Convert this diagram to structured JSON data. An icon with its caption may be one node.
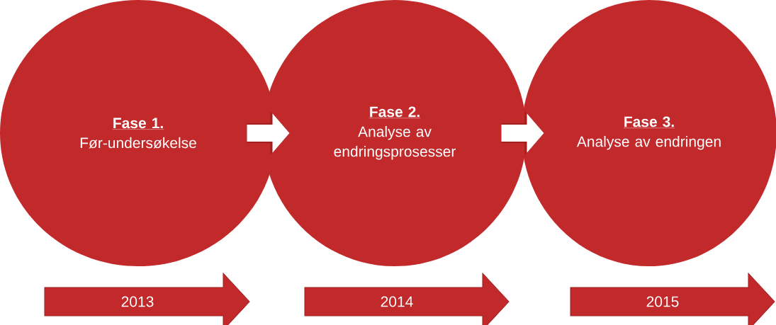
{
  "diagram": {
    "nodes": [
      {
        "text": [
          "Fase 1.",
          "Før-undersøkelse"
        ]
      },
      {
        "text": [
          "Fase 2.",
          "Analyse av endringsprosesser"
        ]
      },
      {
        "text": [
          "Fase 3.",
          "Analyse av endringen"
        ]
      },
      {
        "text": [
          "2013"
        ]
      },
      {
        "text": [
          "2014"
        ]
      },
      {
        "text": [
          "2015"
        ]
      }
    ],
    "edges": [
      {
        "from": 0,
        "to": 1,
        "arrow": "to"
      },
      {
        "from": 1,
        "to": 2,
        "arrow": "to"
      }
    ]
  }
}
